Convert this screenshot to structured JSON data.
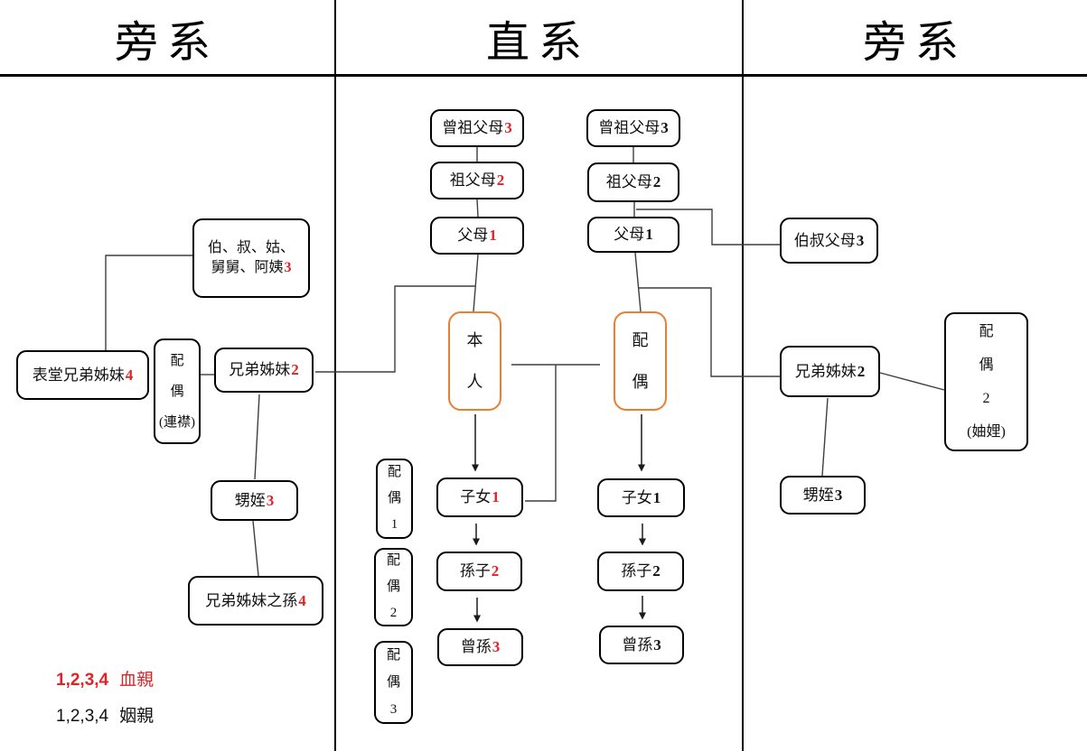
{
  "headers": {
    "left": "旁系",
    "center": "直系",
    "right": "旁系"
  },
  "colors": {
    "highlight_border_orange": "#ED7D31",
    "blood_relative_red": "#E32227",
    "box_border": "#000000",
    "connector_line": "#3F3F3F"
  },
  "legend": {
    "blood_nums": "1,2,3,4",
    "blood_label": "血親",
    "marriage_nums": "1,2,3,4",
    "marriage_label": "姻親"
  },
  "nodes": {
    "great_grandparents_self": {
      "text": "曾祖父母",
      "num": "3"
    },
    "grandparents_self": {
      "text": "祖父母",
      "num": "2"
    },
    "parents_self": {
      "text": "父母",
      "num": "1"
    },
    "self": {
      "lines": [
        "本",
        "人"
      ]
    },
    "child_self": {
      "text": "子女",
      "num": "1"
    },
    "grandchild_self": {
      "text": "孫子",
      "num": "2"
    },
    "great_grandchild_self": {
      "text": "曾孫",
      "num": "3"
    },
    "child_spouse1": {
      "lines": [
        "配",
        "偶",
        "1"
      ]
    },
    "child_spouse2": {
      "lines": [
        "配",
        "偶",
        "2"
      ]
    },
    "child_spouse3": {
      "lines": [
        "配",
        "偶",
        "3"
      ]
    },
    "great_grandparents_spouse": {
      "text": "曾祖父母",
      "num": "3"
    },
    "grandparents_spouse": {
      "text": "祖父母",
      "num": "2"
    },
    "parents_spouse": {
      "text": "父母",
      "num": "1"
    },
    "spouse": {
      "lines": [
        "配",
        "偶"
      ]
    },
    "child_of_spouse": {
      "text": "子女",
      "num": "1"
    },
    "grandchild_of_spouse": {
      "text": "孫子",
      "num": "2"
    },
    "great_grandchild_of_spouse": {
      "text": "曾孫",
      "num": "3"
    },
    "uncles_aunts": {
      "lines": [
        "伯、叔、姑、",
        "舅舅、阿姨"
      ],
      "num": "3"
    },
    "cousins": {
      "text": "表堂兄弟姊妹",
      "num": "4"
    },
    "cousin_spouse": {
      "lines": [
        "配",
        "偶",
        "(連襟)"
      ]
    },
    "siblings_self": {
      "text": "兄弟姊妹",
      "num": "2"
    },
    "nephews_self": {
      "text": "甥姪",
      "num": "3"
    },
    "sibling_grandchildren": {
      "text": "兄弟姊妹之孫",
      "num": "4"
    },
    "uncles_of_spouse": {
      "text": "伯叔父母",
      "num": "3"
    },
    "siblings_of_spouse": {
      "text": "兄弟姊妹",
      "num": "2"
    },
    "sibling_spouse_zhouli": {
      "lines": [
        "配",
        "偶",
        "2",
        "(妯娌)"
      ]
    },
    "nephews_of_spouse": {
      "text": "甥姪",
      "num": "3"
    }
  }
}
